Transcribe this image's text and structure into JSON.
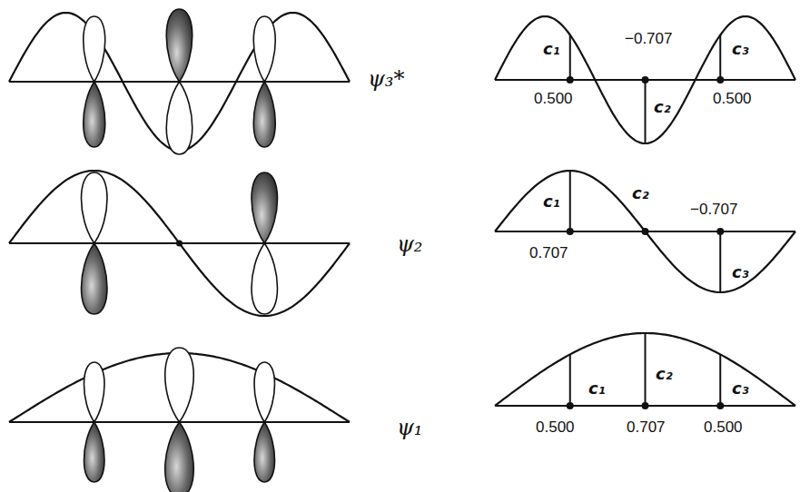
{
  "diagram": {
    "labels": [
      "ψ₃*",
      "c₁",
      "−0.707",
      "c₃",
      "0.500",
      "c₂",
      "0.500",
      "ψ₂",
      "c₁",
      "c₂",
      "−0.707",
      "0.707",
      "c₃",
      "ψ₁",
      "c₂",
      "c₁",
      "c₃",
      "0.500",
      "0.707",
      "0.500"
    ]
  }
}
